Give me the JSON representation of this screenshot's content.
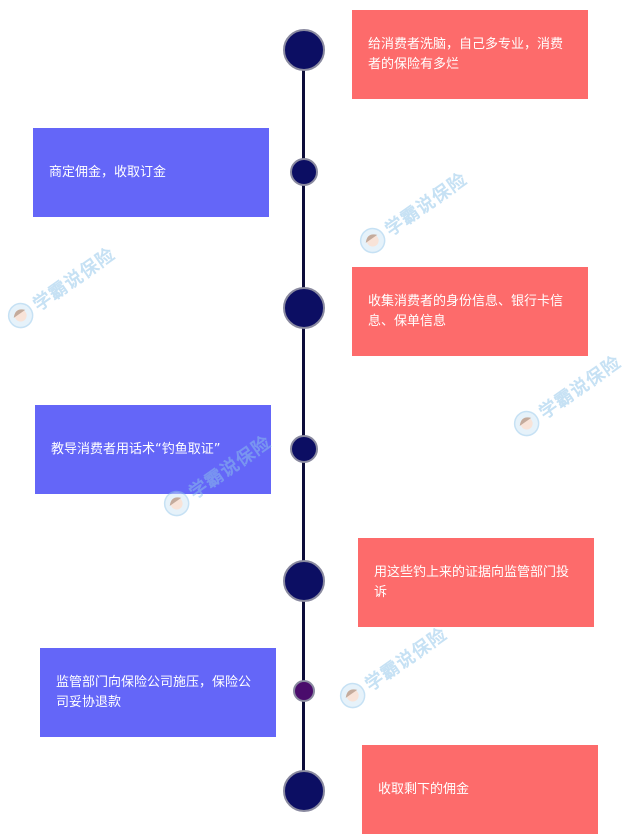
{
  "steps": [
    {
      "text": "给消费者洗脑，自己多专业，消费者的保险有多烂"
    },
    {
      "text": "商定佣金，收取订金"
    },
    {
      "text": "收集消费者的身份信息、银行卡信息、保单信息"
    },
    {
      "text": "教导消费者用话术“钓鱼取证”"
    },
    {
      "text": "用这些钓上来的证据向监管部门投诉"
    },
    {
      "text": "监管部门向保险公司施压，保险公司妥协退款"
    },
    {
      "text": "收取剩下的佣金"
    }
  ],
  "watermark": {
    "text": "学霸说保险"
  },
  "colors": {
    "red_card": "#fd6b6b",
    "blue_card": "#6466f8",
    "node": "#0c0e63",
    "node_purple": "#4a0c6c",
    "line": "#0c0c3a"
  }
}
